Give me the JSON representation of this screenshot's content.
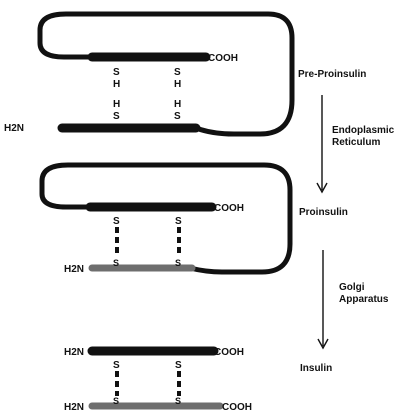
{
  "stages": [
    {
      "name": "Pre-Proinsulin",
      "terminal_c": "COOH",
      "terminal_n": "H2N",
      "atom_s": "S",
      "atom_h": "H"
    },
    {
      "name": "Proinsulin",
      "terminal_c": "COOH",
      "terminal_n": "H2N",
      "atom_s": "S"
    },
    {
      "name": "Insulin",
      "terminal_c": "COOH",
      "terminal_n": "H2N",
      "atom_s": "S"
    }
  ],
  "steps": [
    {
      "line1": "Endoplasmic",
      "line2": "Reticulum"
    },
    {
      "line1": "Golgi",
      "line2": "Apparatus"
    }
  ],
  "colors": {
    "ink": "#111111",
    "light_chain": "#6e6e6e",
    "background": "#ffffff"
  }
}
